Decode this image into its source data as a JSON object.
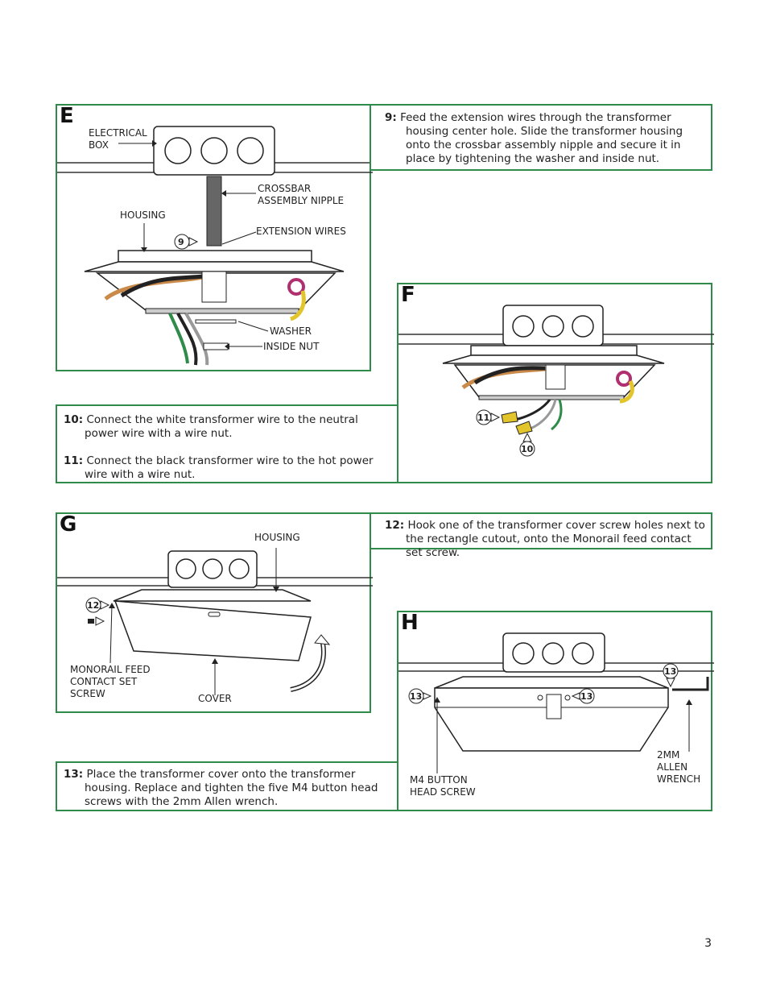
{
  "panels": {
    "E": {
      "letter": "E"
    },
    "F": {
      "letter": "F"
    },
    "G": {
      "letter": "G"
    },
    "H": {
      "letter": "H"
    }
  },
  "labels": {
    "electrical_box": "ELECTRICAL BOX",
    "crossbar_nipple": "CROSSBAR ASSEMBLY NIPPLE",
    "housing_e": "HOUSING",
    "extension_wires": "EXTENSION WIRES",
    "washer": "WASHER",
    "inside_nut": "INSIDE NUT",
    "housing_g": "HOUSING",
    "monorail_feed": "MONORAIL FEED CONTACT SET SCREW",
    "cover": "COVER",
    "allen_wrench": "2MM ALLEN WRENCH",
    "m4_screw": "M4 BUTTON HEAD SCREW"
  },
  "callouts": {
    "c9": "9",
    "c10": "10",
    "c11": "11",
    "c12": "12",
    "c13a": "13",
    "c13b": "13",
    "c13c": "13"
  },
  "steps": {
    "s9": {
      "num": "9:",
      "text": "Feed the extension wires through the transformer housing center hole. Slide the transformer housing onto the crossbar assembly nipple and secure it in place by tightening the washer and inside nut."
    },
    "s10": {
      "num": "10:",
      "text": "Connect the white transformer wire to the neutral power wire with a wire nut."
    },
    "s11": {
      "num": "11:",
      "text": "Connect the black transformer wire to the hot power wire with a wire nut."
    },
    "s12": {
      "num": "12:",
      "text": "Hook one of the transformer cover screw holes next to the rectangle cutout, onto the Monorail feed contact set screw."
    },
    "s13": {
      "num": "13:",
      "text": "Place the transformer cover onto the transformer housing. Replace and tighten the five M4 button head screws with the 2mm Allen wrench."
    }
  },
  "page_number": "3"
}
